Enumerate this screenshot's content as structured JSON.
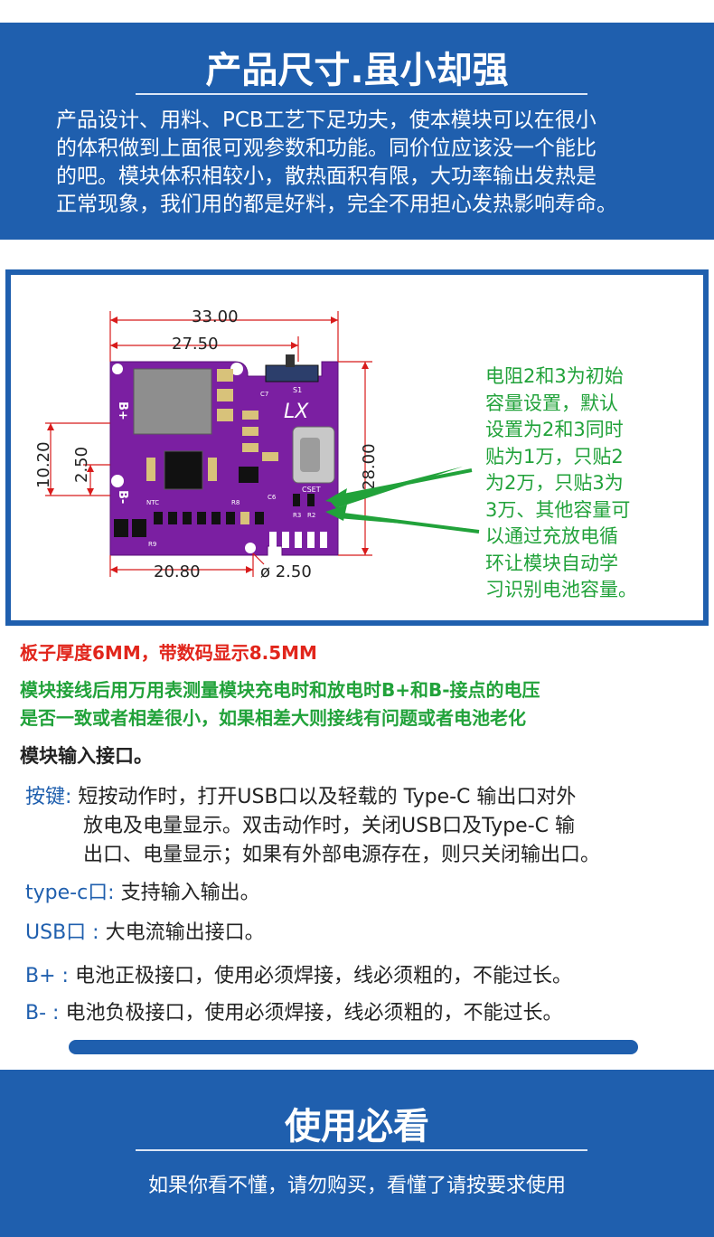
{
  "header": {
    "title": "产品尺寸.虽小却强",
    "intro_lines": [
      "产品设计、用料、PCB工艺下足功夫，使本模块可以在很小",
      "的体积做到上面很可观参数和功能。同价位应该没一个能比",
      "的吧。模块体积相较小，散热面积有限，大功率输出发热是",
      "正常现象，我们用的都是好料，完全不用担心发热影响寿命。"
    ]
  },
  "diagram": {
    "dims": {
      "w33": "33.00",
      "w275": "27.50",
      "h1020": "10.20",
      "h250": "2.50",
      "h28": "28.00",
      "w208": "20.80",
      "hole": "ø 2.50"
    },
    "board": {
      "bplus": "B+",
      "bminus": "B-",
      "lx": "LX",
      "s1": "S1",
      "cset": "CSET",
      "ntc": "NTC",
      "r8": "R8",
      "r3": "R3",
      "r2": "R2",
      "r9": "R9",
      "c6": "C6",
      "c7": "C7"
    },
    "colors": {
      "board": "#7b1fa2",
      "silk": "#ffffff",
      "dim": "#d81b1b",
      "arrow": "#21a23a"
    },
    "note_lines": [
      "电阻2和3为初始",
      "容量设置，默认",
      "设置为2和3同时",
      "贴为1万，只贴2",
      "为2万，只贴3为",
      "3万、其他容量可",
      "以通过充放电循",
      "环让模块自动学",
      "习识别电池容量。"
    ]
  },
  "thickness_note": "板子厚度6MM，带数码显示8.5MM",
  "check_lines": [
    "模块接线后用万用表测量模块充电时和放电时B+和B-接点的电压",
    "是否一致或者相差很小，如果相差大则接线有问题或者电池老化"
  ],
  "section_title": "模块输入接口。",
  "items": {
    "key": {
      "label": "按键:",
      "lines": [
        "短按动作时，打开USB口以及轻载的 Type-C 输出口对外",
        "放电及电量显示。双击动作时，关闭USB口及Type-C 输",
        "出口、电量显示；如果有外部电源存在，则只关闭输出口。"
      ]
    },
    "typec": {
      "label": "type-c口:",
      "text": "支持输入输出。"
    },
    "usb": {
      "label": "USB口 :",
      "text": "大电流输出接口。"
    },
    "bplus": {
      "label": "B+ :",
      "text": "电池正极接口，使用必须焊接，线必须粗的，不能过长。"
    },
    "bminus": {
      "label": "B- :",
      "text": "电池负极接口，使用必须焊接，线必须粗的，不能过长。"
    }
  },
  "footer": {
    "title": "使用必看",
    "subtitle": "如果你看不懂，请勿购买，看懂了请按要求使用"
  }
}
